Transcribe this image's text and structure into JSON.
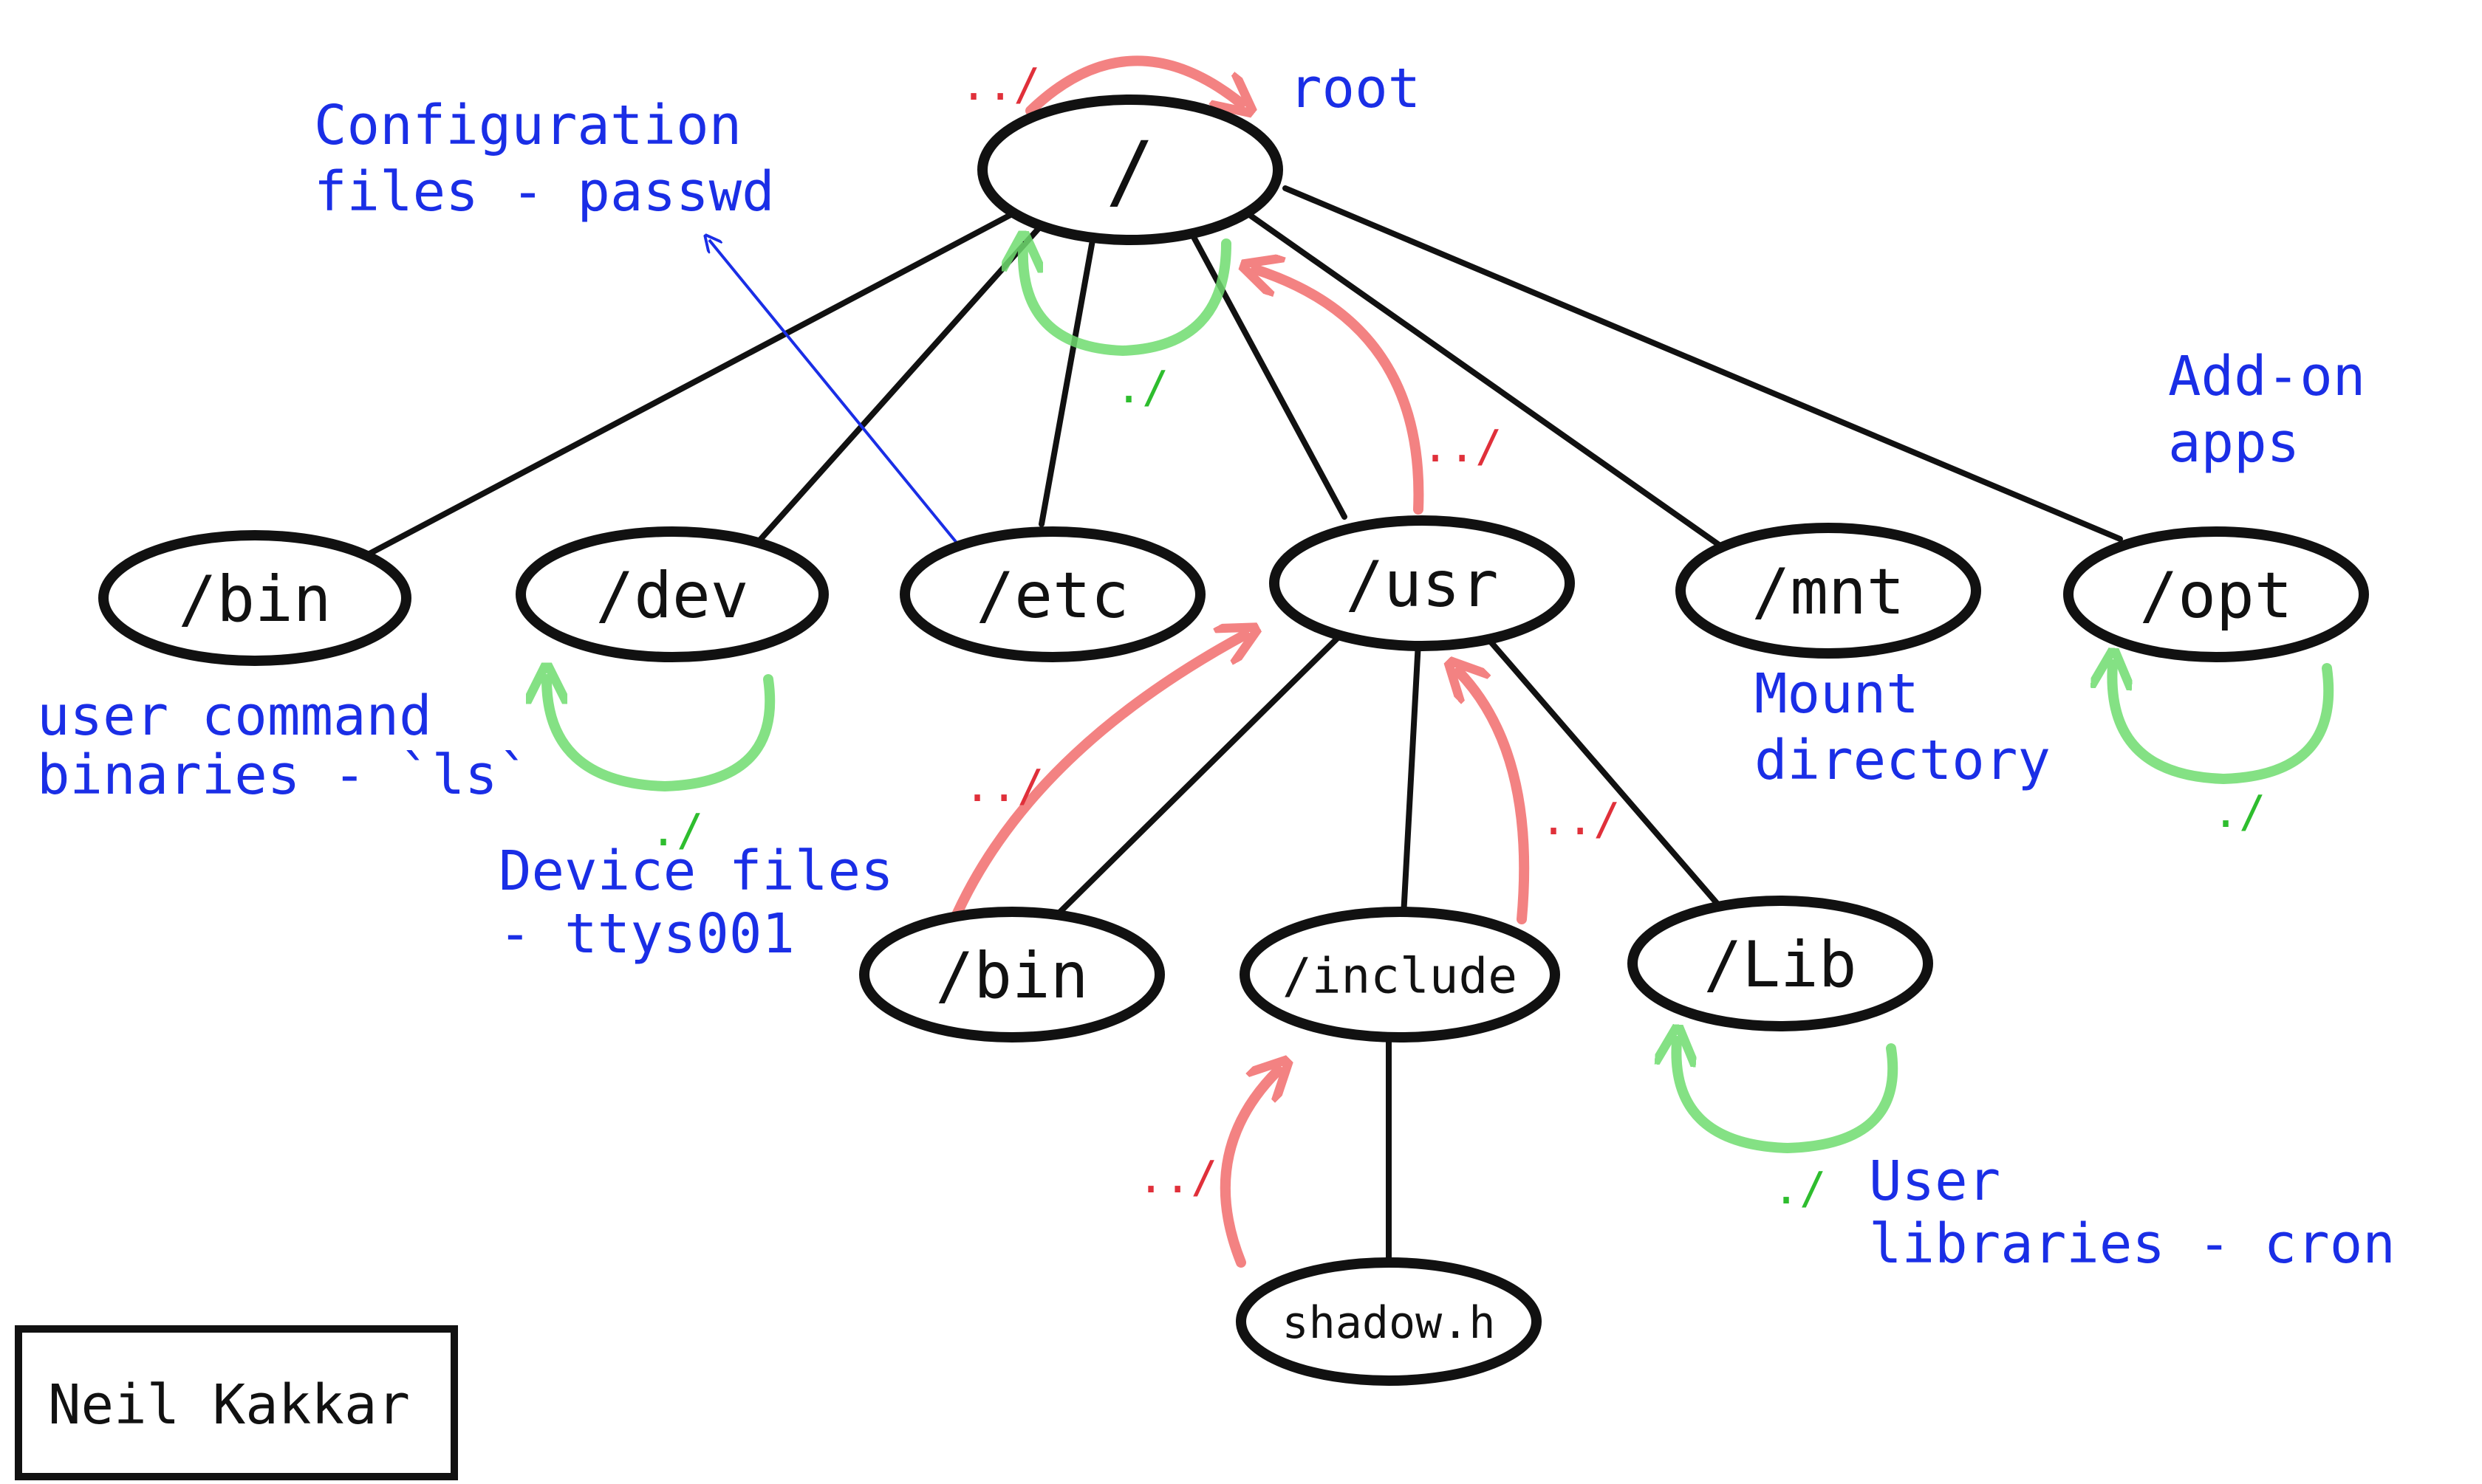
{
  "nodes": {
    "root": "/",
    "bin": "/bin",
    "dev": "/dev",
    "etc": "/etc",
    "usr": "/usr",
    "mnt": "/mnt",
    "opt": "/opt",
    "usr_bin": "/bin",
    "include": "/include",
    "lib": "/Lib",
    "shadow": "shadow.h"
  },
  "annotations": {
    "root": "root",
    "config_1": "Configuration",
    "config_2": "files - passwd",
    "bin_1": "user command",
    "bin_2": "binaries - `ls`",
    "dev_1": "Device files",
    "dev_2": "- ttys001",
    "mnt_1": "Mount",
    "mnt_2": "directory",
    "opt_1": "Add-on",
    "opt_2": "apps",
    "lib_1": "User",
    "lib_2": "libraries - cron"
  },
  "marks": {
    "parent": "../",
    "current": "./"
  },
  "signature": "Neil Kakkar",
  "colors": {
    "ink": "#111111",
    "annotation_blue": "#1a2ee6",
    "parent_red": "#f26d6d",
    "current_green": "#6fdc6f"
  }
}
